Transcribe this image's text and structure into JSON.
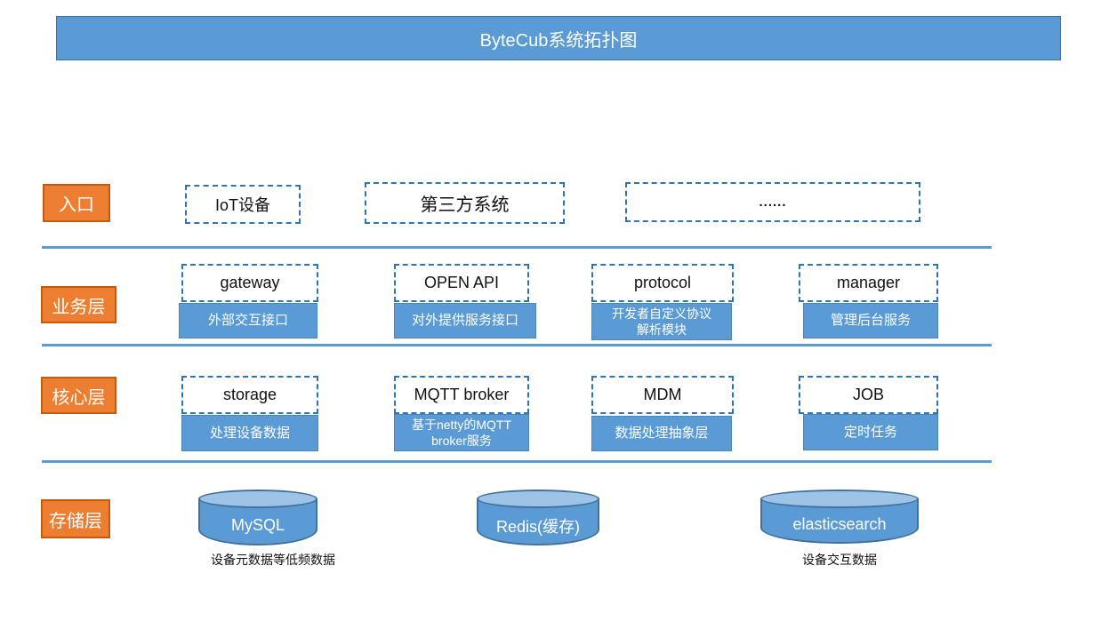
{
  "title": "ByteCub系统拓扑图",
  "colors": {
    "banner_blue": "#5b9bd5",
    "layer_label_orange": "#ed7d31",
    "dashed_border_blue": "#2e75b6",
    "separator_line_blue": "#5b9bd5",
    "cylinder_body_blue": "#5b9bd5",
    "cylinder_top_blue": "#9dc3e6",
    "module_desc_blue": "#5b9bd5"
  },
  "layers": {
    "entry": {
      "label": "入口",
      "items": [
        {
          "label": "IoT设备"
        },
        {
          "label": "第三方系统"
        },
        {
          "label": "......"
        }
      ]
    },
    "business": {
      "label": "业务层",
      "modules": [
        {
          "name": "gateway",
          "desc": "外部交互接口"
        },
        {
          "name": "OPEN API",
          "desc": "对外提供服务接口"
        },
        {
          "name": "protocol",
          "desc": "开发者自定义协议\n解析模块"
        },
        {
          "name": "manager",
          "desc": "管理后台服务"
        }
      ]
    },
    "core": {
      "label": "核心层",
      "modules": [
        {
          "name": "storage",
          "desc": "处理设备数据"
        },
        {
          "name": "MQTT broker",
          "desc": "基于netty的MQTT\nbroker服务"
        },
        {
          "name": "MDM",
          "desc": "数据处理抽象层"
        },
        {
          "name": "JOB",
          "desc": "定时任务"
        }
      ]
    },
    "storage": {
      "label": "存储层",
      "stores": [
        {
          "name": "MySQL",
          "caption": "设备元数据等低频数据"
        },
        {
          "name": "Redis(缓存)"
        },
        {
          "name": "elasticsearch",
          "caption": "设备交互数据"
        }
      ]
    }
  }
}
